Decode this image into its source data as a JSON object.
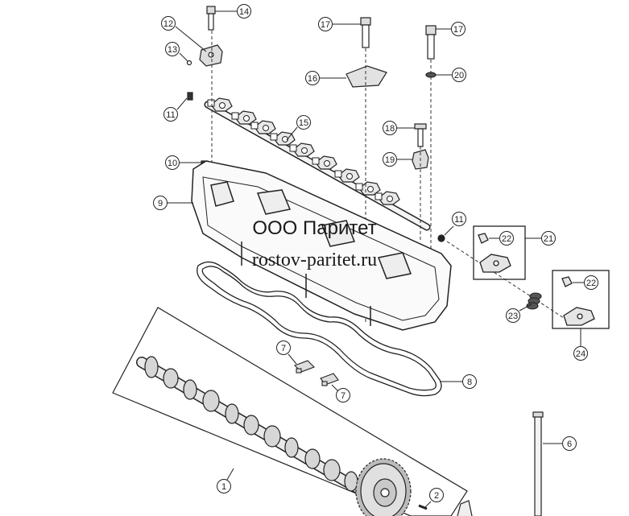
{
  "watermark": {
    "company": "ООО Паритет",
    "site": "rostov-paritet.ru"
  },
  "callouts": [
    {
      "id": "c1",
      "label": "1"
    },
    {
      "id": "c2",
      "label": "2"
    },
    {
      "id": "c6",
      "label": "6"
    },
    {
      "id": "c7a",
      "label": "7"
    },
    {
      "id": "c7b",
      "label": "7"
    },
    {
      "id": "c8",
      "label": "8"
    },
    {
      "id": "c9",
      "label": "9"
    },
    {
      "id": "c10",
      "label": "10"
    },
    {
      "id": "c11a",
      "label": "11"
    },
    {
      "id": "c11b",
      "label": "11"
    },
    {
      "id": "c12",
      "label": "12"
    },
    {
      "id": "c13",
      "label": "13"
    },
    {
      "id": "c14",
      "label": "14"
    },
    {
      "id": "c15",
      "label": "15"
    },
    {
      "id": "c16",
      "label": "16"
    },
    {
      "id": "c17a",
      "label": "17"
    },
    {
      "id": "c17b",
      "label": "17"
    },
    {
      "id": "c18",
      "label": "18"
    },
    {
      "id": "c19",
      "label": "19"
    },
    {
      "id": "c20",
      "label": "20"
    },
    {
      "id": "c21",
      "label": "21"
    },
    {
      "id": "c22a",
      "label": "22"
    },
    {
      "id": "c22b",
      "label": "22"
    },
    {
      "id": "c23",
      "label": "23"
    },
    {
      "id": "c24",
      "label": "24"
    }
  ]
}
